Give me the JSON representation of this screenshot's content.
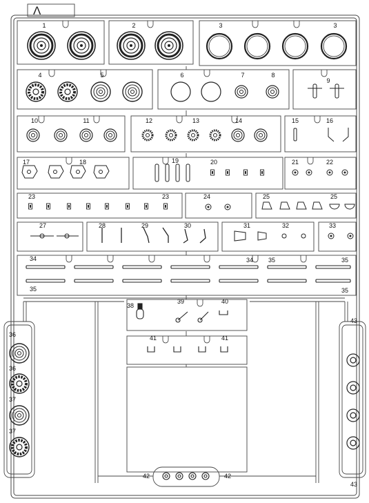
{
  "sheet": {
    "corner_mark": "Λ",
    "callouts": {
      "n1": "1",
      "n2": "2",
      "n3a": "3",
      "n3b": "3",
      "n4": "4",
      "n5": "5",
      "n6": "6",
      "n7": "7",
      "n8": "8",
      "n9": "9",
      "n10": "10",
      "n11": "11",
      "n12": "12",
      "n13": "13",
      "n14": "14",
      "n15": "15",
      "n16": "16",
      "n17": "17",
      "n18": "18",
      "n19": "19",
      "n20": "20",
      "n21": "21",
      "n22": "22",
      "n23a": "23",
      "n23b": "23",
      "n24": "24",
      "n25a": "25",
      "n25b": "25",
      "n27": "27",
      "n28": "28",
      "n29": "29",
      "n30": "30",
      "n31": "31",
      "n32": "32",
      "n33": "33",
      "n34a": "34",
      "n34b": "34",
      "n35a": "35",
      "n35b": "35",
      "n35c": "35",
      "n35d": "35",
      "n36a": "36",
      "n36b": "36",
      "n37a": "37",
      "n37b": "37",
      "n38": "38",
      "n39": "39",
      "n40": "40",
      "n41a": "41",
      "n41b": "41",
      "n42a": "42",
      "n42b": "42",
      "n43a": "43",
      "n43b": "43"
    }
  }
}
